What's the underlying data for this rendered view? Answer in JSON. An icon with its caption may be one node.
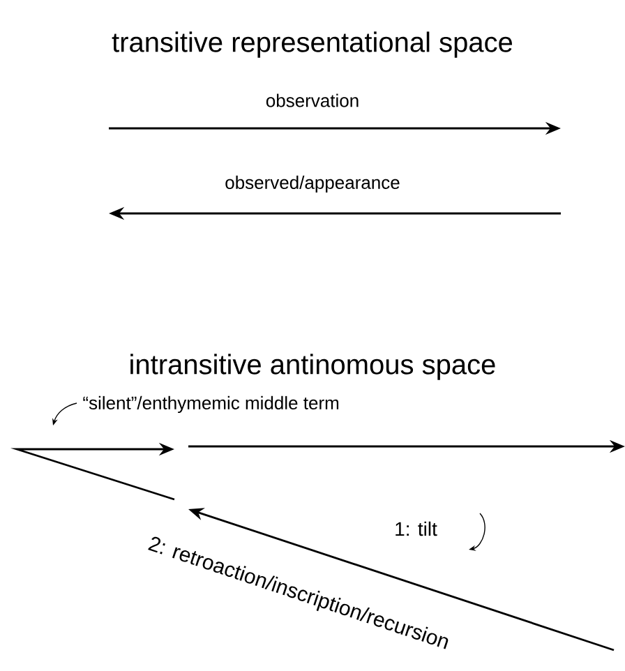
{
  "diagram": {
    "labels": [
      "transitive representational space",
      "observation",
      "observed/appearance",
      "intransitive antinomous space",
      "“silent”/enthymemic middle term",
      "1: tilt",
      "2: retroaction/inscription/recursion"
    ]
  }
}
